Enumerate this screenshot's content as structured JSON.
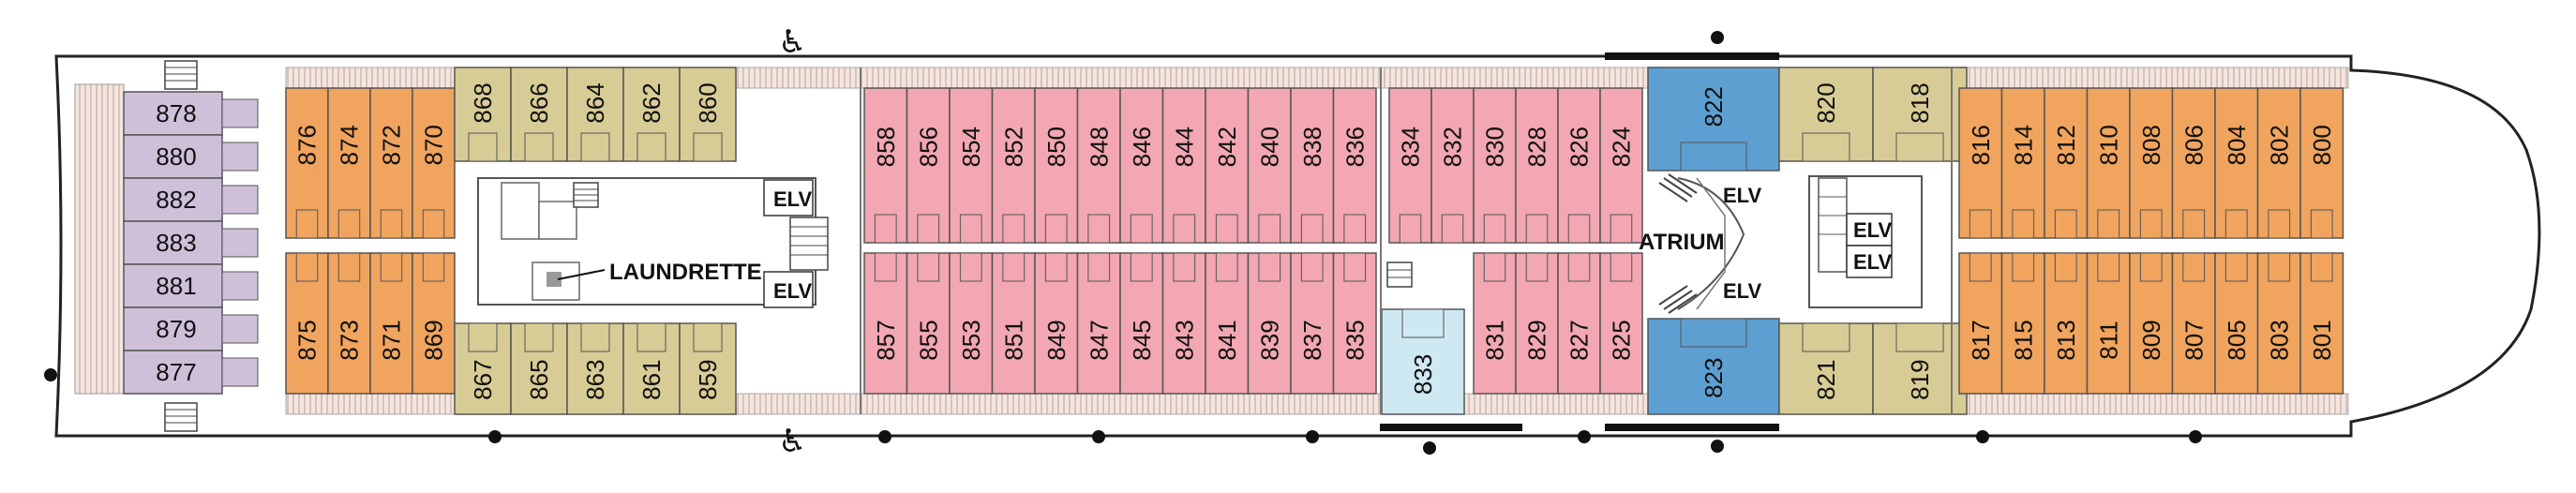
{
  "deck": {
    "colors": {
      "lavender": "#cfc0da",
      "orange": "#f0a45e",
      "tan": "#d8cc96",
      "pink": "#f2a7b2",
      "blue": "#5e9fd2",
      "light_blue": "#cfe9f2",
      "hull": "#ffffff",
      "outline": "#555555",
      "balcony": "#efe2dc"
    },
    "cabins": {
      "lavender": [
        "878",
        "880",
        "882",
        "883",
        "881",
        "879",
        "877"
      ],
      "orange_aft_top": [
        "876",
        "874",
        "872",
        "870"
      ],
      "orange_aft_bottom": [
        "875",
        "873",
        "871",
        "869"
      ],
      "tan_aft_top": [
        "868",
        "866",
        "864",
        "862",
        "860"
      ],
      "tan_aft_bottom": [
        "867",
        "865",
        "863",
        "861",
        "859"
      ],
      "pink_top_a": [
        "858",
        "856",
        "854",
        "852",
        "850",
        "848",
        "846",
        "844",
        "842",
        "840",
        "838",
        "836"
      ],
      "pink_bottom_a": [
        "857",
        "855",
        "853",
        "851",
        "849",
        "847",
        "845",
        "843",
        "841",
        "839",
        "837",
        "835"
      ],
      "pink_top_b": [
        "834",
        "832",
        "830",
        "828",
        "826",
        "824"
      ],
      "pink_bottom_b": [
        "831",
        "829",
        "827",
        "825"
      ],
      "light_blue": [
        "833"
      ],
      "blue_top": [
        "822"
      ],
      "blue_bottom": [
        "823"
      ],
      "tan_fwd_top": [
        "820",
        "818"
      ],
      "tan_fwd_bottom": [
        "821",
        "819"
      ],
      "orange_fwd_top": [
        "816",
        "814",
        "812",
        "810",
        "808",
        "806",
        "804",
        "802",
        "800"
      ],
      "orange_fwd_bottom": [
        "817",
        "815",
        "813",
        "811",
        "809",
        "807",
        "805",
        "803",
        "801"
      ]
    },
    "labels": {
      "laundrette": "LAUNDRETTE",
      "atrium": "ATRIUM",
      "elv": "ELV"
    },
    "icons": [
      "stairs-icon",
      "wheelchair-icon",
      "elevator-icon",
      "muster-dot-icon"
    ]
  }
}
